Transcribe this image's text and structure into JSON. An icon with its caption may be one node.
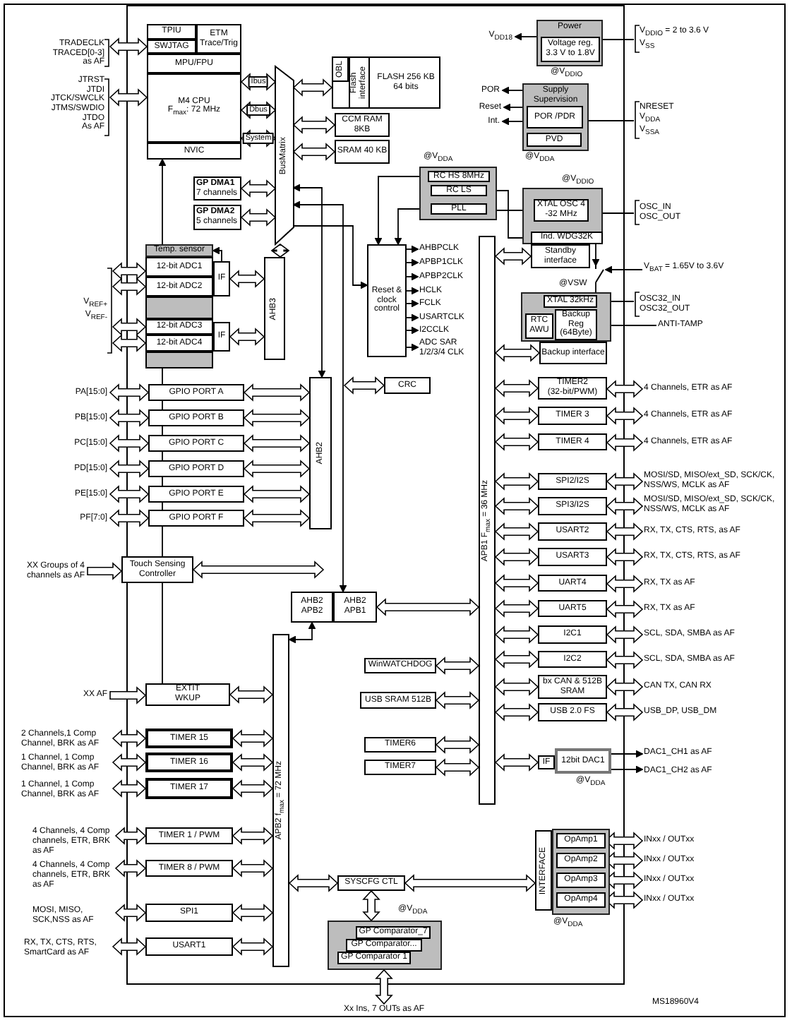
{
  "diagram": {
    "nodes": [
      {
        "text": [],
        "shape": "box"
      },
      {
        "text": [
          "TPIU"
        ],
        "in": 0
      },
      {
        "text": [
          "SWJTAG"
        ],
        "in": 0
      },
      {
        "text": [
          "ETM",
          "Trace/Trig"
        ],
        "in": 0
      },
      {
        "text": [
          "MPU/FPU"
        ],
        "in": 0
      },
      {
        "text": [
          "M4 CPU",
          "F$_{max}$: 72 MHz"
        ],
        "in": 0
      },
      {
        "text": [
          "NVIC"
        ],
        "in": 0
      },
      {
        "text": [
          "BusMatrix"
        ]
      },
      {
        "text": [
          "FLASH 256 KB 64 bits"
        ]
      },
      {
        "text": [
          "OBL"
        ],
        "in": 8
      },
      {
        "text": [
          "Flash interface"
        ],
        "in": 8
      },
      {
        "text": [
          "CCM RAM 8KB"
        ]
      },
      {
        "text": [
          "SRAM 40 KB"
        ]
      },
      {
        "text": [
          "GP DMA1",
          "7 channels"
        ]
      },
      {
        "text": [
          "GP DMA2",
          "5 channels"
        ]
      },
      {
        "text": [
          "Temp. sensor"
        ]
      },
      {
        "text": [
          "12-bit ADC1"
        ]
      },
      {
        "text": [
          "12-bit ADC2"
        ]
      },
      {
        "text": [
          "12-bit ADC3"
        ]
      },
      {
        "text": [
          "12-bit ADC4"
        ]
      },
      {
        "text": [
          "IF"
        ]
      },
      {
        "text": [
          "IF"
        ]
      },
      {
        "text": [
          "AHB3"
        ]
      },
      {
        "text": [
          "Reset & clock control"
        ]
      },
      {
        "text": [
          "AHBPCLK"
        ]
      },
      {
        "text": [
          "APBP1CLK"
        ]
      },
      {
        "text": [
          "APBP2CLK"
        ]
      },
      {
        "text": [
          "HCLK"
        ]
      },
      {
        "text": [
          "FCLK"
        ]
      },
      {
        "text": [
          "USARTCLK"
        ]
      },
      {
        "text": [
          "I2CCLK"
        ]
      },
      {
        "text": [
          "ADC SAR 1/2/3/4 CLK"
        ]
      },
      {
        "text": [],
        "shape": "box",
        "beside": [
          "@V$_{DDA}$"
        ]
      },
      {
        "text": [
          "RC HS 8MHz"
        ],
        "in": 32
      },
      {
        "text": [
          "RC LS"
        ],
        "in": 32
      },
      {
        "text": [
          "PLL"
        ],
        "in": 32
      },
      {
        "text": [
          "Power"
        ],
        "beside": [
          "@V$_{DDIO}$"
        ]
      },
      {
        "text": [
          "Voltage reg. 3.3 V to 1.8V"
        ],
        "in": 36
      },
      {
        "text": [
          "V$_{DD18}$"
        ]
      },
      {
        "text": [
          "Supply Supervision"
        ],
        "beside": [
          "@V$_{DDA}$"
        ]
      },
      {
        "text": [
          "POR /PDR"
        ],
        "in": 39
      },
      {
        "text": [
          "PVD"
        ],
        "in": 39
      },
      {
        "text": [
          "POR"
        ]
      },
      {
        "text": [
          "Reset"
        ]
      },
      {
        "text": [
          "Int."
        ]
      },
      {
        "text": [
          "V$_{DDIO}$ = 2 to 3.6 V",
          "V$_{SS}$"
        ]
      },
      {
        "text": [
          "NRESET",
          "V$_{DDA}$",
          "V$_{SSA}$"
        ]
      },
      {
        "text": [],
        "shape": "box",
        "beside": [
          "@V$_{DDIO}$"
        ]
      },
      {
        "text": [
          "XTAL OSC 4 -32 MHz"
        ],
        "in": 47
      },
      {
        "text": [
          "Ind. WDG32K"
        ],
        "in": 47
      },
      {
        "text": [
          "Standby interface"
        ]
      },
      {
        "text": [
          "OSC_IN",
          "OSC_OUT"
        ]
      },
      {
        "text": [
          "V$_{BAT}$ = 1.65V to 3.6V"
        ]
      },
      {
        "text": [],
        "shape": "box",
        "beside": [
          "@VSW"
        ]
      },
      {
        "text": [
          "XTAL 32kHz"
        ],
        "in": 53
      },
      {
        "text": [
          "RTC AWU"
        ],
        "in": 53
      },
      {
        "text": [
          "Backup Reg (64Byte)"
        ],
        "in": 53
      },
      {
        "text": [
          "Backup interface"
        ]
      },
      {
        "text": [
          "OSC32_IN",
          "OSC32_OUT"
        ]
      },
      {
        "text": [
          "ANTI-TAMP"
        ]
      },
      {
        "text": [
          "CRC"
        ]
      },
      {
        "text": [
          "AHB2"
        ]
      },
      {
        "text": [
          "GPIO PORT A"
        ]
      },
      {
        "text": [
          "GPIO PORT B"
        ]
      },
      {
        "text": [
          "GPIO PORT C"
        ]
      },
      {
        "text": [
          "GPIO PORT D"
        ]
      },
      {
        "text": [
          "GPIO PORT E"
        ]
      },
      {
        "text": [
          "GPIO PORT F"
        ]
      },
      {
        "text": [
          "PA[15:0]"
        ]
      },
      {
        "text": [
          "PB[15:0]"
        ]
      },
      {
        "text": [
          "PC[15:0]"
        ]
      },
      {
        "text": [
          "PD[15:0]"
        ]
      },
      {
        "text": [
          "PE[15:0]"
        ]
      },
      {
        "text": [
          "PF[7:0]"
        ]
      },
      {
        "text": [
          "Touch Sensing Controller"
        ]
      },
      {
        "text": [
          "XX Groups of 4 channels as AF"
        ]
      },
      {
        "text": [
          "AHB2 APB2"
        ]
      },
      {
        "text": [
          "AHB2 APB1"
        ]
      },
      {
        "text": [
          "APB2 f$_{max}$ = 72 MHz"
        ]
      },
      {
        "text": [
          "APB1 F$_{max}$ = 36 MHz"
        ]
      },
      {
        "text": [
          "WinWATCHDOG"
        ]
      },
      {
        "text": [
          "USB SRAM 512B"
        ]
      },
      {
        "text": [
          "TIMER6"
        ]
      },
      {
        "text": [
          "TIMER7"
        ]
      },
      {
        "text": [
          "TIMER2",
          "(32-bit/PWM)"
        ]
      },
      {
        "text": [
          "TIMER 3"
        ]
      },
      {
        "text": [
          "TIMER 4"
        ]
      },
      {
        "text": [
          "SPI2/I2S"
        ]
      },
      {
        "text": [
          "SPI3/I2S"
        ]
      },
      {
        "text": [
          "USART2"
        ]
      },
      {
        "text": [
          "USART3"
        ]
      },
      {
        "text": [
          "UART4"
        ]
      },
      {
        "text": [
          "UART5"
        ]
      },
      {
        "text": [
          "I2C1"
        ]
      },
      {
        "text": [
          "I2C2"
        ]
      },
      {
        "text": [
          "bx CAN & 512B SRAM"
        ]
      },
      {
        "text": [
          "USB 2.0 FS"
        ]
      },
      {
        "text": [
          "IF"
        ]
      },
      {
        "text": [
          "12bit DAC1"
        ],
        "beside": [
          "@V$_{DDA}$"
        ]
      },
      {
        "text": [
          "4 Channels, ETR as AF"
        ]
      },
      {
        "text": [
          "4 Channels, ETR as AF"
        ]
      },
      {
        "text": [
          "4 Channels, ETR as AF"
        ]
      },
      {
        "text": [
          "MOSI/SD, MISO/ext_SD, SCK/CK, NSS/WS, MCLK as AF"
        ]
      },
      {
        "text": [
          "MOSI/SD, MISO/ext_SD, SCK/CK, NSS/WS, MCLK as AF"
        ]
      },
      {
        "text": [
          "RX, TX, CTS, RTS, as AF"
        ]
      },
      {
        "text": [
          "RX, TX, CTS, RTS, as AF"
        ]
      },
      {
        "text": [
          "RX, TX as AF"
        ]
      },
      {
        "text": [
          "RX, TX as AF"
        ]
      },
      {
        "text": [
          "SCL, SDA, SMBA as AF"
        ]
      },
      {
        "text": [
          "SCL, SDA, SMBA as AF"
        ]
      },
      {
        "text": [
          "CAN TX, CAN RX"
        ]
      },
      {
        "text": [
          "USB_DP, USB_DM"
        ]
      },
      {
        "text": [
          "DAC1_CH1 as AF"
        ]
      },
      {
        "text": [
          "DAC1_CH2 as AF"
        ]
      },
      {
        "text": [
          "INTERFACE"
        ]
      },
      {
        "text": [],
        "shape": "box",
        "beside": [
          "@V$_{DDA}$"
        ]
      },
      {
        "text": [
          "OpAmp1"
        ],
        "in": 115
      },
      {
        "text": [
          "OpAmp2"
        ],
        "in": 115
      },
      {
        "text": [
          "OpAmp3"
        ],
        "in": 115
      },
      {
        "text": [
          "OpAmp4"
        ],
        "in": 115
      },
      {
        "text": [
          "INxx / OUTxx"
        ]
      },
      {
        "text": [
          "INxx / OUTxx"
        ]
      },
      {
        "text": [
          "INxx / OUTxx"
        ]
      },
      {
        "text": [
          "INxx / OUTxx"
        ]
      },
      {
        "text": [
          "SYSCFG CTL"
        ]
      },
      {
        "text": [],
        "shape": "box",
        "beside": [
          "@V$_{DDA}$"
        ]
      },
      {
        "text": [
          "GP Comparator_7"
        ],
        "in": 125
      },
      {
        "text": [
          "GP Comparator..."
        ],
        "in": 125
      },
      {
        "text": [
          "GP Comparator 1"
        ],
        "in": 125
      },
      {
        "text": [
          "Xx Ins, 7 OUTs as AF"
        ]
      },
      {
        "text": [
          "EXTIT",
          "WKUP"
        ]
      },
      {
        "text": [
          "XX AF"
        ]
      },
      {
        "text": [
          "TIMER 15"
        ]
      },
      {
        "text": [
          "TIMER 16"
        ]
      },
      {
        "text": [
          "TIMER 17"
        ]
      },
      {
        "text": [
          "TIMER 1 / PWM"
        ]
      },
      {
        "text": [
          "TIMER 8 / PWM"
        ]
      },
      {
        "text": [
          "SPI1"
        ]
      },
      {
        "text": [
          "USART1"
        ]
      },
      {
        "text": [
          "2 Channels,1 Comp Channel, BRK as AF"
        ]
      },
      {
        "text": [
          "1 Channel, 1 Comp Channel, BRK as AF"
        ]
      },
      {
        "text": [
          "1 Channel, 1 Comp Channel, BRK as AF"
        ]
      },
      {
        "text": [
          "4 Channels, 4 Comp channels, ETR, BRK as AF"
        ]
      },
      {
        "text": [
          "4 Channels, 4 Comp channels, ETR, BRK as AF"
        ]
      },
      {
        "text": [
          "MOSI, MISO, SCK,NSS as AF"
        ]
      },
      {
        "text": [
          "RX, TX, CTS, RTS, SmartCard as AF"
        ]
      },
      {
        "text": [
          "TRADECLK",
          "TRACED[0-3]",
          "as AF"
        ]
      },
      {
        "text": [
          "JTRST",
          "JTDI",
          "JTCK/SWCLK",
          "JTMS/SWDIO",
          "JTDO",
          "As AF"
        ]
      },
      {
        "text": [
          "V$_{REF+}$",
          "V$_{REF-}$"
        ]
      },
      {
        "text": [],
        "shape": "switch"
      }
    ],
    "edges": [
      {
        "from": 146,
        "to": 2,
        "arrow": "both"
      },
      {
        "from": 147,
        "to": 0,
        "arrow": "both"
      },
      {
        "from": 0,
        "to": 7,
        "arrow": "both",
        "label": "Ibus"
      },
      {
        "from": 0,
        "to": 7,
        "arrow": "both",
        "label": "Dbus"
      },
      {
        "from": 0,
        "to": 7,
        "arrow": "both",
        "label": "System"
      },
      {
        "from": 7,
        "to": 8,
        "arrow": "both"
      },
      {
        "from": 7,
        "to": 11,
        "arrow": "both"
      },
      {
        "from": 7,
        "to": 12,
        "arrow": "both"
      },
      {
        "from": 13,
        "to": 7,
        "arrow": "both"
      },
      {
        "from": 14,
        "to": 7,
        "arrow": "both"
      },
      {
        "from": 15,
        "to": 6,
        "arrow": "to"
      },
      {
        "from": 20,
        "to": 15,
        "arrow": "to"
      },
      {
        "from": 148,
        "to": 16,
        "arrow": "both"
      },
      {
        "from": 148,
        "to": 17,
        "arrow": "both"
      },
      {
        "from": 148,
        "to": 18,
        "arrow": "both"
      },
      {
        "from": 148,
        "to": 19,
        "arrow": "both"
      },
      {
        "from": 20,
        "to": 22,
        "arrow": "both"
      },
      {
        "from": 21,
        "to": 22,
        "arrow": "both"
      },
      {
        "from": 7,
        "to": 22,
        "arrow": "both"
      },
      {
        "from": 7,
        "to": 61,
        "arrow": "both"
      },
      {
        "from": 7,
        "to": 77,
        "arrow": "both"
      },
      {
        "from": 7,
        "to": 23,
        "arrow": "to"
      },
      {
        "from": 33,
        "to": 23,
        "arrow": "to"
      },
      {
        "from": 35,
        "to": 23,
        "arrow": "to"
      },
      {
        "from": 34,
        "to": 49,
        "arrow": "to"
      },
      {
        "from": 48,
        "to": 35,
        "arrow": "none"
      },
      {
        "from": 23,
        "to": 24,
        "arrow": "to"
      },
      {
        "from": 23,
        "to": 25,
        "arrow": "to"
      },
      {
        "from": 23,
        "to": 26,
        "arrow": "to"
      },
      {
        "from": 23,
        "to": 27,
        "arrow": "to"
      },
      {
        "from": 23,
        "to": 28,
        "arrow": "to"
      },
      {
        "from": 23,
        "to": 29,
        "arrow": "to"
      },
      {
        "from": 23,
        "to": 30,
        "arrow": "to"
      },
      {
        "from": 23,
        "to": 31,
        "arrow": "to"
      },
      {
        "from": 36,
        "to": 38,
        "arrow": "to"
      },
      {
        "from": 39,
        "to": 42,
        "arrow": "to"
      },
      {
        "from": 39,
        "to": 43,
        "arrow": "to"
      },
      {
        "from": 39,
        "to": 44,
        "arrow": "to"
      },
      {
        "from": 36,
        "to": 45,
        "arrow": "none"
      },
      {
        "from": 39,
        "to": 46,
        "arrow": "none"
      },
      {
        "from": 47,
        "to": 51,
        "arrow": "none"
      },
      {
        "from": 79,
        "to": 50,
        "arrow": "both"
      },
      {
        "from": 52,
        "to": 149,
        "arrow": "to"
      },
      {
        "from": 54,
        "to": 58,
        "arrow": "none"
      },
      {
        "from": 59,
        "to": 56,
        "arrow": "to"
      },
      {
        "from": 79,
        "to": 57,
        "arrow": "both"
      },
      {
        "from": null,
        "to": 60,
        "arrow": "both"
      },
      {
        "from": 62,
        "to": 61,
        "arrow": "both"
      },
      {
        "from": 63,
        "to": 61,
        "arrow": "both"
      },
      {
        "from": 64,
        "to": 61,
        "arrow": "both"
      },
      {
        "from": 65,
        "to": 61,
        "arrow": "both"
      },
      {
        "from": 66,
        "to": 61,
        "arrow": "both"
      },
      {
        "from": 67,
        "to": 61,
        "arrow": "both"
      },
      {
        "from": 68,
        "to": 62,
        "arrow": "both"
      },
      {
        "from": 69,
        "to": 63,
        "arrow": "both"
      },
      {
        "from": 70,
        "to": 64,
        "arrow": "both"
      },
      {
        "from": 71,
        "to": 65,
        "arrow": "both"
      },
      {
        "from": 72,
        "to": 66,
        "arrow": "both"
      },
      {
        "from": 73,
        "to": 67,
        "arrow": "both"
      },
      {
        "from": 75,
        "to": 74,
        "arrow": "to"
      },
      {
        "from": 74,
        "to": null,
        "arrow": "both"
      },
      {
        "from": 77,
        "to": 79,
        "arrow": "both"
      },
      {
        "from": 76,
        "to": 78,
        "arrow": "both"
      },
      {
        "from": 80,
        "to": 79,
        "arrow": "both"
      },
      {
        "from": 81,
        "to": 79,
        "arrow": "both"
      },
      {
        "from": 82,
        "to": 79,
        "arrow": "both"
      },
      {
        "from": 83,
        "to": 79,
        "arrow": "both"
      },
      {
        "from": 79,
        "to": 84,
        "arrow": "both"
      },
      {
        "from": 79,
        "to": 85,
        "arrow": "both"
      },
      {
        "from": 79,
        "to": 86,
        "arrow": "both"
      },
      {
        "from": 79,
        "to": 87,
        "arrow": "both"
      },
      {
        "from": 79,
        "to": 88,
        "arrow": "both"
      },
      {
        "from": 79,
        "to": 89,
        "arrow": "both"
      },
      {
        "from": 79,
        "to": 90,
        "arrow": "both"
      },
      {
        "from": 79,
        "to": 91,
        "arrow": "both"
      },
      {
        "from": 79,
        "to": 92,
        "arrow": "both"
      },
      {
        "from": 79,
        "to": 93,
        "arrow": "both"
      },
      {
        "from": 79,
        "to": 94,
        "arrow": "both"
      },
      {
        "from": 79,
        "to": 95,
        "arrow": "both"
      },
      {
        "from": 79,
        "to": 96,
        "arrow": "both"
      },
      {
        "from": 79,
        "to": 97,
        "arrow": "both"
      },
      {
        "from": 84,
        "to": 99,
        "arrow": "both"
      },
      {
        "from": 85,
        "to": 100,
        "arrow": "both"
      },
      {
        "from": 86,
        "to": 101,
        "arrow": "both"
      },
      {
        "from": 87,
        "to": 102,
        "arrow": "both"
      },
      {
        "from": 88,
        "to": 103,
        "arrow": "both"
      },
      {
        "from": 89,
        "to": 104,
        "arrow": "both"
      },
      {
        "from": 90,
        "to": 105,
        "arrow": "both"
      },
      {
        "from": 91,
        "to": 106,
        "arrow": "both"
      },
      {
        "from": 92,
        "to": 107,
        "arrow": "both"
      },
      {
        "from": 93,
        "to": 108,
        "arrow": "both"
      },
      {
        "from": 94,
        "to": 109,
        "arrow": "both"
      },
      {
        "from": 95,
        "to": 110,
        "arrow": "both"
      },
      {
        "from": 96,
        "to": 111,
        "arrow": "both"
      },
      {
        "from": 98,
        "to": 112,
        "arrow": "to"
      },
      {
        "from": 98,
        "to": 113,
        "arrow": "to"
      },
      {
        "from": 116,
        "to": 120,
        "arrow": "both"
      },
      {
        "from": 117,
        "to": 121,
        "arrow": "both"
      },
      {
        "from": 118,
        "to": 122,
        "arrow": "both"
      },
      {
        "from": 119,
        "to": 123,
        "arrow": "both"
      },
      {
        "from": 124,
        "to": 114,
        "arrow": "both"
      },
      {
        "from": 78,
        "to": 124,
        "arrow": "both"
      },
      {
        "from": 124,
        "to": 125,
        "arrow": "both"
      },
      {
        "from": 125,
        "to": 129,
        "arrow": "both"
      },
      {
        "from": 131,
        "to": 130,
        "arrow": "to"
      },
      {
        "from": 130,
        "to": 78,
        "arrow": "both"
      },
      {
        "from": 132,
        "to": 78,
        "arrow": "both"
      },
      {
        "from": 133,
        "to": 78,
        "arrow": "both"
      },
      {
        "from": 134,
        "to": 78,
        "arrow": "both"
      },
      {
        "from": 135,
        "to": 78,
        "arrow": "both"
      },
      {
        "from": 136,
        "to": 78,
        "arrow": "both"
      },
      {
        "from": 137,
        "to": 78,
        "arrow": "both"
      },
      {
        "from": 138,
        "to": 78,
        "arrow": "both"
      },
      {
        "from": 139,
        "to": 132,
        "arrow": "both"
      },
      {
        "from": 140,
        "to": 133,
        "arrow": "both"
      },
      {
        "from": 141,
        "to": 134,
        "arrow": "both"
      },
      {
        "from": 142,
        "to": 135,
        "arrow": "both"
      },
      {
        "from": 143,
        "to": 136,
        "arrow": "both"
      },
      {
        "from": 144,
        "to": 137,
        "arrow": "both"
      },
      {
        "from": 145,
        "to": 138,
        "arrow": "both"
      },
      {
        "from": 19,
        "to": 74,
        "arrow": "none"
      },
      {
        "from": 74,
        "to": 130,
        "arrow": "none"
      },
      {
        "from": 47,
        "to": 149,
        "arrow": "to"
      },
      {
        "from": 149,
        "to": 53,
        "arrow": "none"
      }
    ],
    "labels": [
      "MS18960V4"
    ]
  }
}
